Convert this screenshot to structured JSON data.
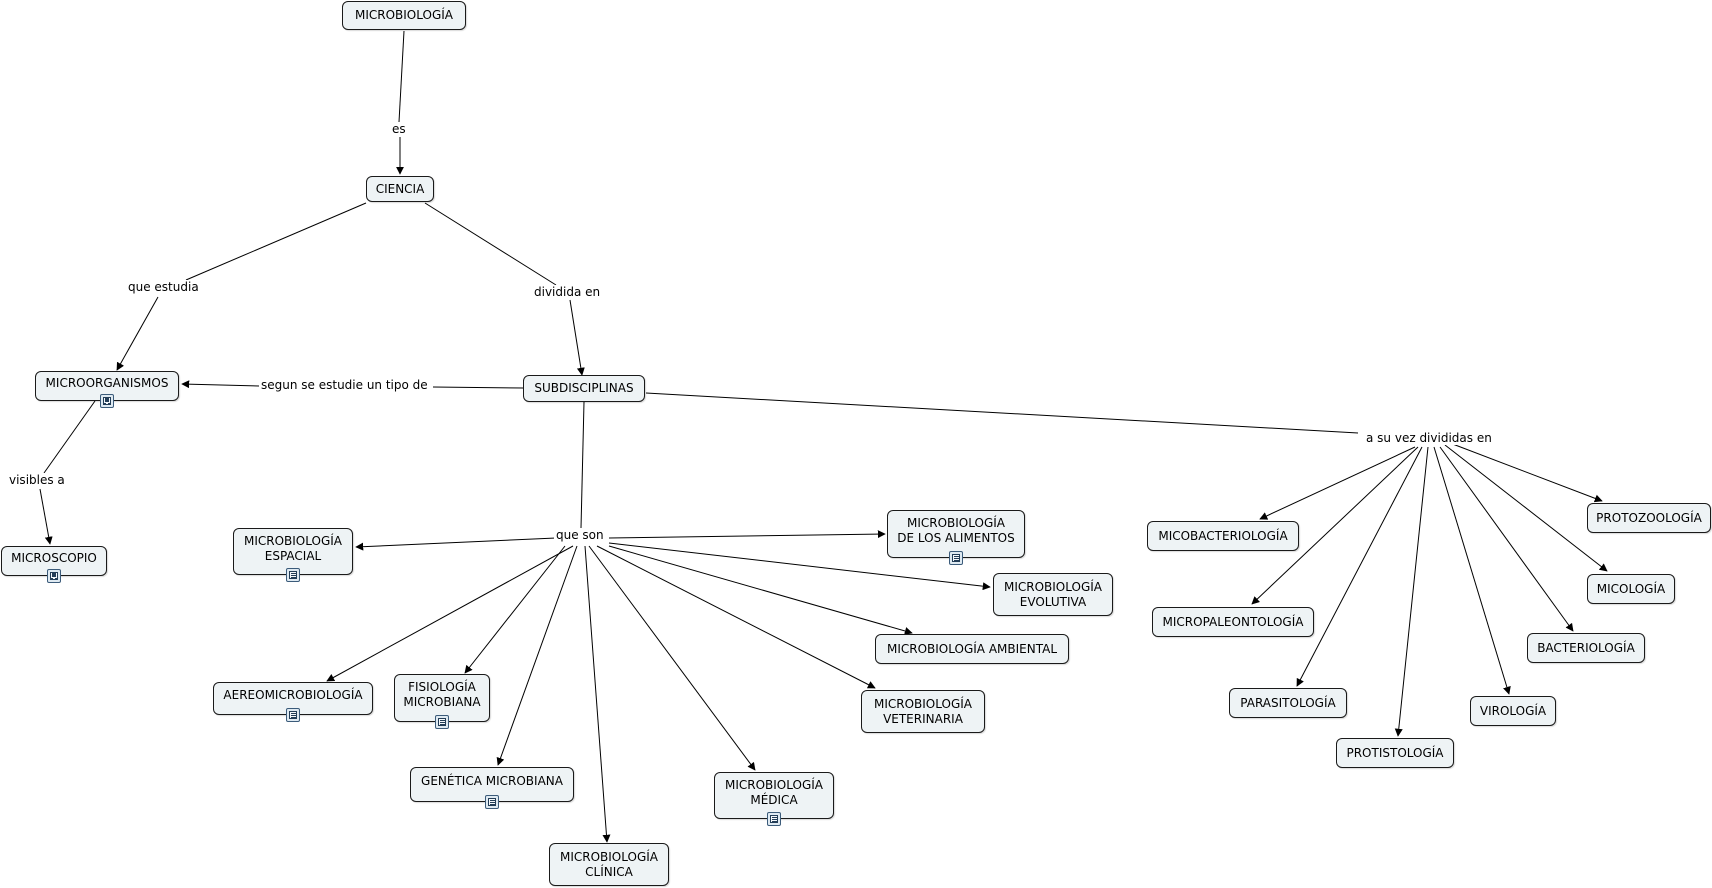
{
  "concepts": {
    "microbiologia": "MICROBIOLOGÍA",
    "ciencia": "CIENCIA",
    "microorganismos": "MICROORGANISMOS",
    "subdisciplinas": "SUBDISCIPLINAS",
    "microscopio": "MICROSCOPIO",
    "mb_espacial": "MICROBIOLOGÍA\nESPACIAL",
    "mb_alimentos": "MICROBIOLOGÍA\nDE LOS ALIMENTOS",
    "mb_evolutiva": "MICROBIOLOGÍA\nEVOLUTIVA",
    "mb_ambiental": "MICROBIOLOGÍA AMBIENTAL",
    "aereomicrobiologia": "AEREOMICROBIOLOGÍA",
    "fisiologia": "FISIOLOGÍA\nMICROBIANA",
    "mb_veterinaria": "MICROBIOLOGÍA\nVETERINARIA",
    "genetica": "GENÉTICA MICROBIANA",
    "mb_medica": "MICROBIOLOGÍA\nMÉDICA",
    "mb_clinica": "MICROBIOLOGÍA\nCLÍNICA",
    "micobacteriologia": "MICOBACTERIOLOGÍA",
    "protozoologia": "PROTOZOOLOGÍA",
    "micologia": "MICOLOGÍA",
    "micropaleontologia": "MICROPALEONTOLOGÍA",
    "bacteriologia": "BACTERIOLOGÍA",
    "parasitologia": "PARASITOLOGÍA",
    "virologia": "VIROLOGÍA",
    "protistologia": "PROTISTOLOGÍA"
  },
  "links": {
    "es": "es",
    "que_estudia": "que estudia",
    "dividida_en": "dividida en",
    "segun": "segun se estudie un tipo de",
    "visibles_a": "visibles a",
    "que_son": "que son",
    "a_su_vez": "a su vez divididas en"
  },
  "resource_icons": {
    "microorganismos": "concept-map-icon",
    "microscopio": "concept-map-icon",
    "mb_espacial": "document-icon",
    "mb_alimentos": "document-icon",
    "aereomicrobiologia": "document-icon",
    "fisiologia": "document-icon",
    "genetica": "document-icon",
    "mb_medica": "document-icon"
  },
  "colors": {
    "node_fill": "#eef3f5",
    "node_border": "#1a1a1a",
    "line": "#000000"
  }
}
